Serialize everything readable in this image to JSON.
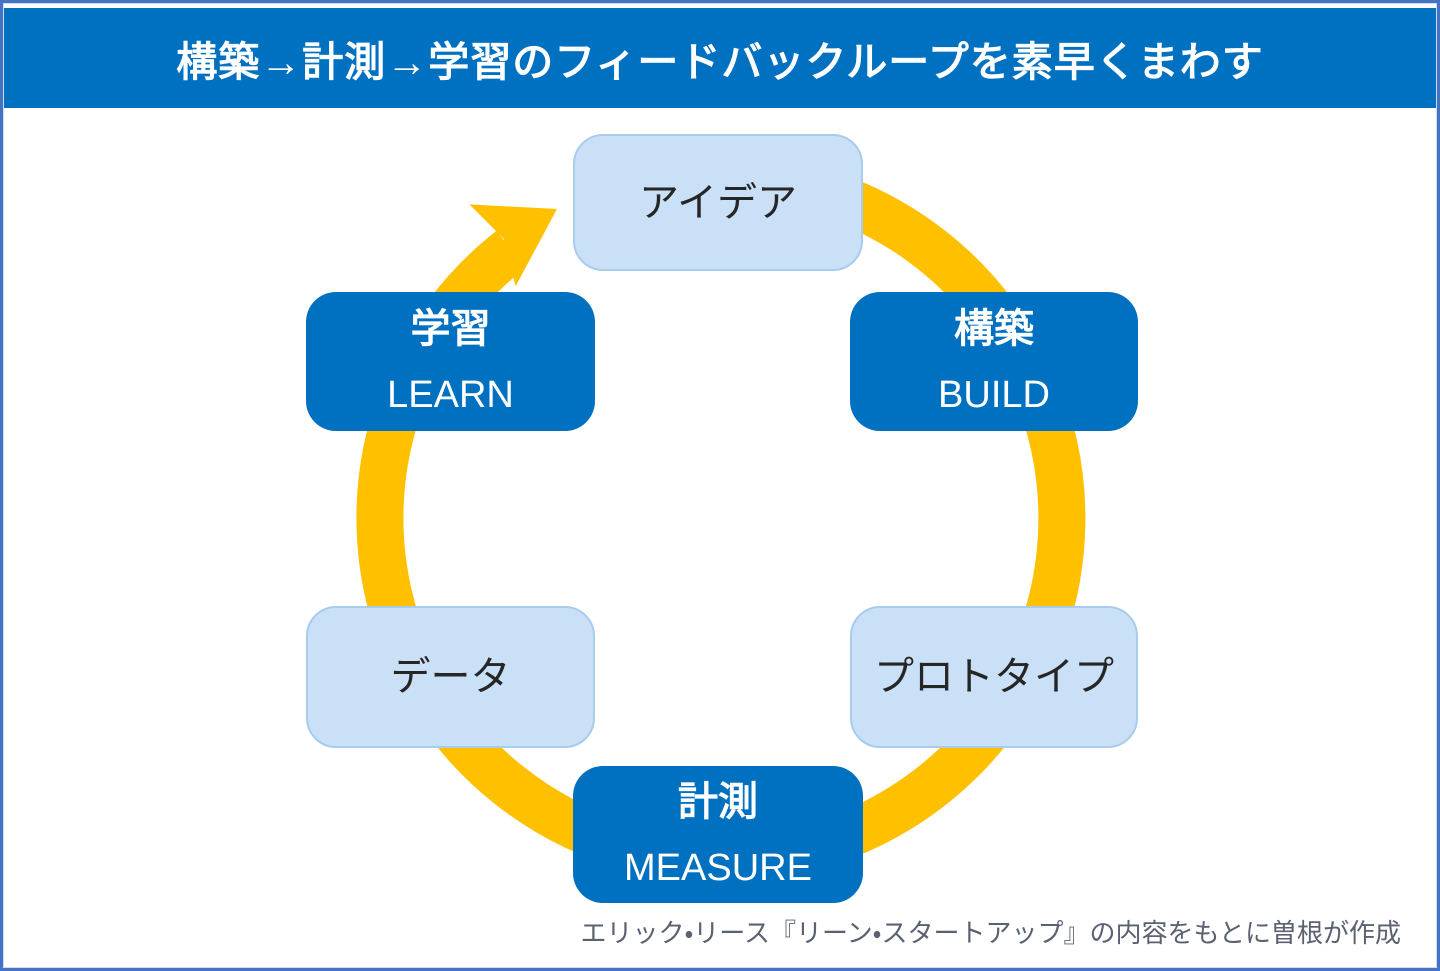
{
  "header": {
    "title": "構築→計測→学習のフィードバックループを素早くまわす",
    "bg_color": "#0070C0",
    "text_color": "#FFFFFF"
  },
  "diagram": {
    "type": "cycle",
    "direction": "clockwise",
    "arrow_color": "#FFC000",
    "colors": {
      "dark_box": "#0070C0",
      "light_box": "#C9E0F7",
      "dark_box_text": "#FFFFFF",
      "light_box_text": "#262626",
      "page_border": "#4472C4"
    },
    "nodes": [
      {
        "id": "idea",
        "position": "top",
        "style": "light",
        "label_ja": "アイデア"
      },
      {
        "id": "build",
        "position": "upper-right",
        "style": "dark",
        "label_ja": "構築",
        "label_en": "BUILD"
      },
      {
        "id": "prototype",
        "position": "lower-right",
        "style": "light",
        "label_ja": "プロトタイプ"
      },
      {
        "id": "measure",
        "position": "bottom",
        "style": "dark",
        "label_ja": "計測",
        "label_en": "MEASURE"
      },
      {
        "id": "data",
        "position": "lower-left",
        "style": "light",
        "label_ja": "データ"
      },
      {
        "id": "learn",
        "position": "upper-left",
        "style": "dark",
        "label_ja": "学習",
        "label_en": "LEARN"
      }
    ]
  },
  "footer": {
    "attribution": "エリック・リース『リーン・スタートアップ』の内容をもとに曽根が作成"
  }
}
